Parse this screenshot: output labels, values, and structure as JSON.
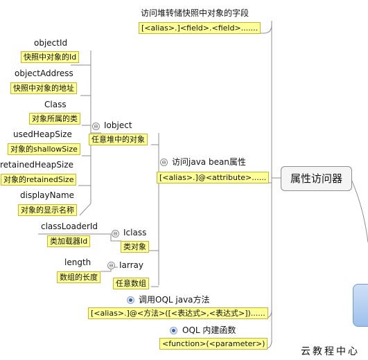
{
  "central": {
    "label": "属性访问器"
  },
  "branches": {
    "snapshot_field": {
      "label": "访问堆转储快照中对象的字段",
      "note": "[<alias>.]<field>.<field>......."
    },
    "bean_attr": {
      "label": "访问java bean属性",
      "note": "[<alias>.]@<attribute>......"
    },
    "oql_method": {
      "label": "调用OQL java方法",
      "note": "[<alias>.]@<方法>([<表达式>,<表达式>])......"
    },
    "oql_builtin": {
      "label": "OQL 内建函数",
      "note": "<function>(<parameter>)"
    }
  },
  "iobject": {
    "label": "Iobject",
    "note": "任意堆中的对象",
    "children": [
      {
        "label": "objectId",
        "note": "快照中对象的Id"
      },
      {
        "label": "objectAddress",
        "note": "快照中对象的地址"
      },
      {
        "label": "Class",
        "note": "对象所属的类"
      },
      {
        "label": "usedHeapSize",
        "note": "对象的shallowSize"
      },
      {
        "label": "retainedHeapSize",
        "note": "对象的retainedSize"
      },
      {
        "label": "displayName",
        "note": "对象的显示名称"
      }
    ]
  },
  "iclass": {
    "label": "Iclass",
    "note": "类对象",
    "children": [
      {
        "label": "classLoaderId",
        "note": "类加载器Id"
      }
    ]
  },
  "iarray": {
    "label": "Iarray",
    "note": "任意数组",
    "children": [
      {
        "label": "length",
        "note": "数组的长度"
      }
    ]
  },
  "collapse_symbol": "⊖",
  "footer": {
    "text": "云教程中心"
  },
  "colors": {
    "note_bg": "#ffff99",
    "note_border": "#c9b430",
    "line": "#8c8c8c",
    "root": "#9dc0ec"
  }
}
